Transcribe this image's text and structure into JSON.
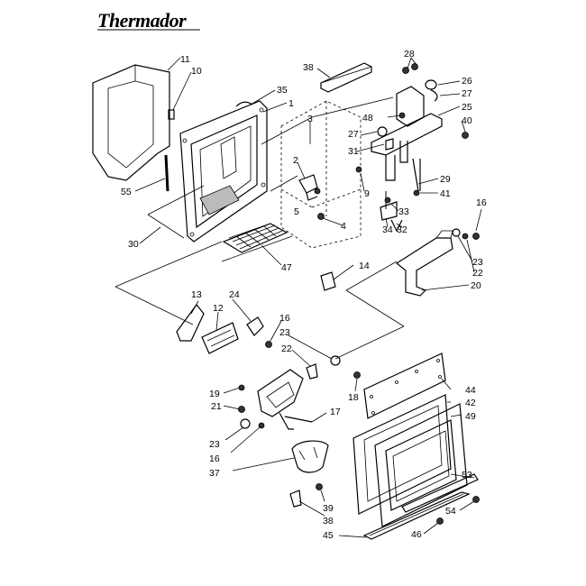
{
  "brand": "Thermador",
  "callouts": [
    {
      "id": "c11",
      "text": "11"
    },
    {
      "id": "c10",
      "text": "10"
    },
    {
      "id": "c55",
      "text": "55"
    },
    {
      "id": "c30",
      "text": "30"
    },
    {
      "id": "c35",
      "text": "35"
    },
    {
      "id": "c1",
      "text": "1"
    },
    {
      "id": "c38a",
      "text": "38"
    },
    {
      "id": "c3",
      "text": "3"
    },
    {
      "id": "c2",
      "text": "2"
    },
    {
      "id": "c5",
      "text": "5"
    },
    {
      "id": "c4",
      "text": "4"
    },
    {
      "id": "c9",
      "text": "9"
    },
    {
      "id": "c47",
      "text": "47"
    },
    {
      "id": "c28",
      "text": "28"
    },
    {
      "id": "c26",
      "text": "26"
    },
    {
      "id": "c27a",
      "text": "27"
    },
    {
      "id": "c48a",
      "text": "48"
    },
    {
      "id": "c25",
      "text": "25"
    },
    {
      "id": "c27b",
      "text": "27"
    },
    {
      "id": "c40",
      "text": "40"
    },
    {
      "id": "c31",
      "text": "31"
    },
    {
      "id": "c29",
      "text": "29"
    },
    {
      "id": "c41",
      "text": "41"
    },
    {
      "id": "c33",
      "text": "33"
    },
    {
      "id": "c34",
      "text": "34"
    },
    {
      "id": "c32",
      "text": "32"
    },
    {
      "id": "c16a",
      "text": "16"
    },
    {
      "id": "c23a",
      "text": "23"
    },
    {
      "id": "c22a",
      "text": "22"
    },
    {
      "id": "c14",
      "text": "14"
    },
    {
      "id": "c20",
      "text": "20"
    },
    {
      "id": "c13",
      "text": "13"
    },
    {
      "id": "c24",
      "text": "24"
    },
    {
      "id": "c12",
      "text": "12"
    },
    {
      "id": "c16b",
      "text": "16"
    },
    {
      "id": "c23b",
      "text": "23"
    },
    {
      "id": "c22b",
      "text": "22"
    },
    {
      "id": "c18",
      "text": "18"
    },
    {
      "id": "c19",
      "text": "19"
    },
    {
      "id": "c21",
      "text": "21"
    },
    {
      "id": "c17",
      "text": "17"
    },
    {
      "id": "c23c",
      "text": "23"
    },
    {
      "id": "c16c",
      "text": "16"
    },
    {
      "id": "c37",
      "text": "37"
    },
    {
      "id": "c44",
      "text": "44"
    },
    {
      "id": "c42",
      "text": "42"
    },
    {
      "id": "c49",
      "text": "49"
    },
    {
      "id": "c53",
      "text": "53"
    },
    {
      "id": "c54",
      "text": "54"
    },
    {
      "id": "c39",
      "text": "39"
    },
    {
      "id": "c38b",
      "text": "38"
    },
    {
      "id": "c46",
      "text": "46"
    },
    {
      "id": "c45",
      "text": "45"
    }
  ]
}
